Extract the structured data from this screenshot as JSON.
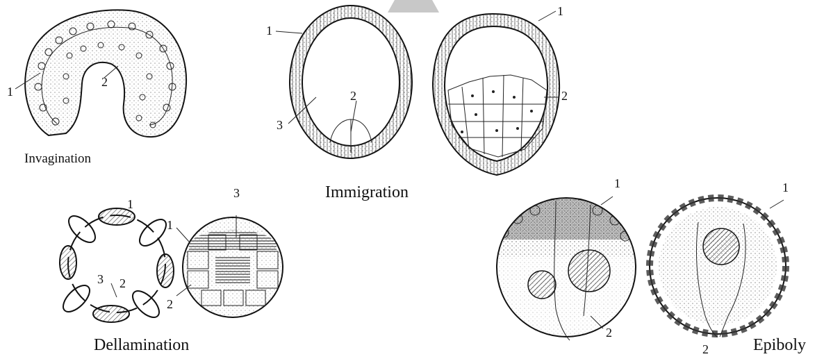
{
  "captions": {
    "invagination": "Invagination",
    "immigration": "Immigration",
    "dellamination": "Dellamination",
    "epiboly": "Epiboly"
  },
  "labels": {
    "invagination": [
      "1",
      "2"
    ],
    "immigration_left": [
      "1",
      "2",
      "3"
    ],
    "immigration_right": [
      "1",
      "2"
    ],
    "dellamination_left": [
      "1",
      "2",
      "3"
    ],
    "dellamination_right": [
      "1",
      "2",
      "3"
    ],
    "epiboly_left": [
      "1",
      "2"
    ],
    "epiboly_right": [
      "1",
      "2"
    ]
  },
  "watermark_color": "#bdbdbd"
}
